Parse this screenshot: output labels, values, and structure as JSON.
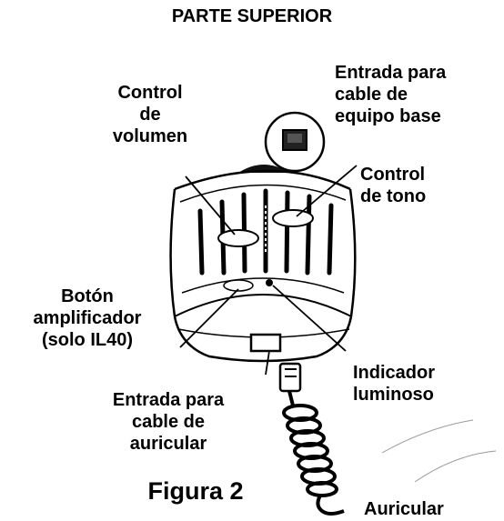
{
  "title": "PARTE SUPERIOR",
  "labels": {
    "volume": "Control\nde\nvolumen",
    "base_cable": "Entrada para\ncable de\nequipo base",
    "tone": "Control\nde tono",
    "boost": "Botón\namplificador\n(solo IL40)",
    "indicator": "Indicador\nluminoso",
    "handset_cable": "Entrada para\ncable de\nauricular",
    "handset": "Auricular"
  },
  "figure_caption": "Figura 2"
}
